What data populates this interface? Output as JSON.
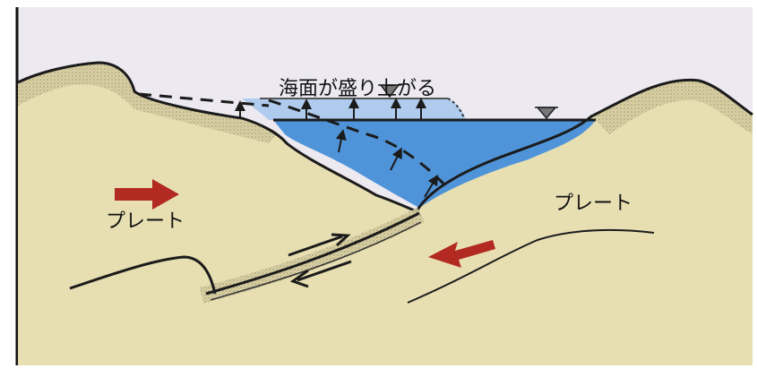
{
  "diagram": {
    "title_label": "海面が盛り上がる",
    "plate_left_label": "プレート",
    "plate_right_label": "プレート",
    "colors": {
      "sky": "#ece9f1",
      "land": "#e7dfb2",
      "sea": "#4f94d9",
      "sea_raised": "#a8c8ec",
      "arrow_red": "#b22a21",
      "line": "#1b1b1b"
    },
    "icons": [
      "water-level-marker-icon",
      "plate-motion-arrow-icon",
      "uplift-arrow-icon",
      "slip-arrow-icon"
    ]
  }
}
